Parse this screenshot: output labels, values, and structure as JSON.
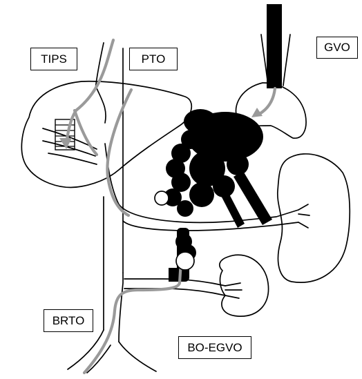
{
  "labels": {
    "tips": "TIPS",
    "pto": "PTO",
    "gvo": "GVO",
    "brto": "BRTO",
    "boegvo": "BO-EGVO"
  },
  "colors": {
    "outline": "#000000",
    "varix": "#000000",
    "catheter": "#9a9a9a",
    "background": "#ffffff"
  }
}
